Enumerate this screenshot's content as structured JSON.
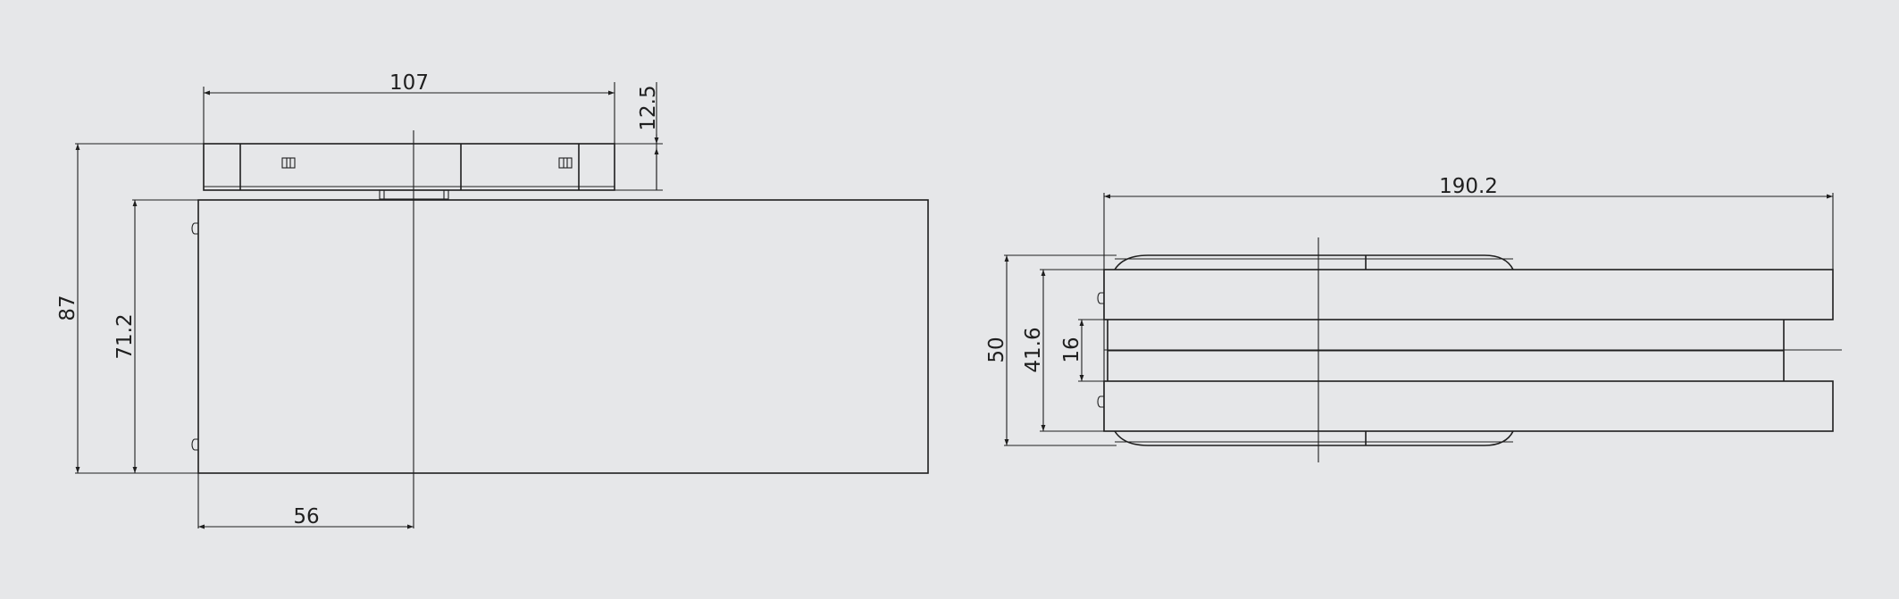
{
  "drawing": {
    "background": "#e6e7e9",
    "line_color": "#1f1f1f",
    "left_view": {
      "width_top": "107",
      "height_top": "12.5",
      "overall_height": "87",
      "body_height": "71.2",
      "axis_offset": "56"
    },
    "right_view": {
      "overall_length": "190.2",
      "overall_height": "50",
      "body_height": "41.6",
      "glass_thickness": "16"
    }
  }
}
